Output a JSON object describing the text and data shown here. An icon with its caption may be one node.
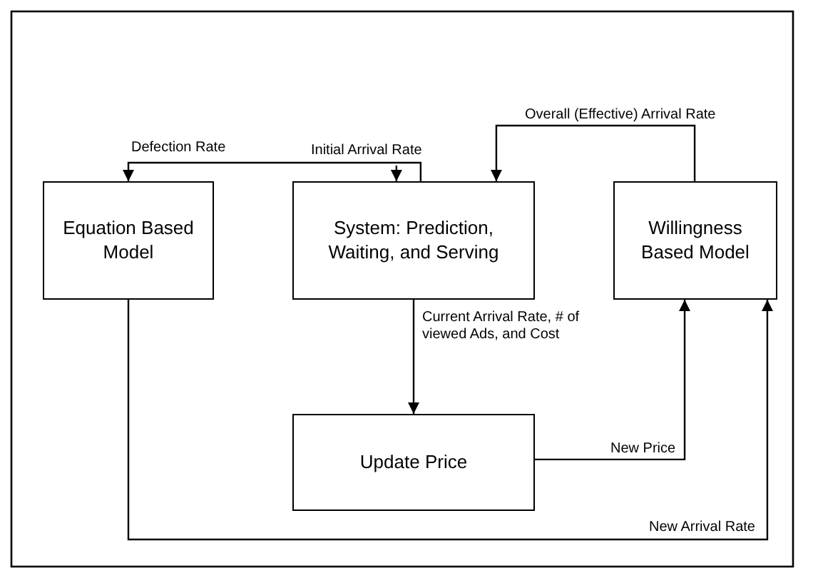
{
  "diagram": {
    "nodes": [
      {
        "text": [
          "Equation Based Model"
        ]
      },
      {
        "text": [
          "System: Prediction, Waiting, and Serving"
        ]
      },
      {
        "text": [
          "Willingness Based Model"
        ]
      },
      {
        "text": [
          "Update Price"
        ]
      }
    ],
    "edges": [
      {
        "from": 1,
        "to": 0,
        "arrow": "to",
        "label": "Defection Rate"
      },
      {
        "from": null,
        "to": 1,
        "arrow": "to",
        "label": "Initial Arrival Rate"
      },
      {
        "from": 2,
        "to": 1,
        "arrow": "to",
        "label": "Overall (Effective) Arrival Rate"
      },
      {
        "from": 1,
        "to": 3,
        "arrow": "to",
        "label": "Current Arrival Rate, # of viewed Ads, and Cost"
      },
      {
        "from": 3,
        "to": 2,
        "arrow": "to",
        "label": "New Price"
      },
      {
        "from": 0,
        "to": 2,
        "arrow": "to",
        "label": "New Arrival Rate"
      }
    ]
  }
}
